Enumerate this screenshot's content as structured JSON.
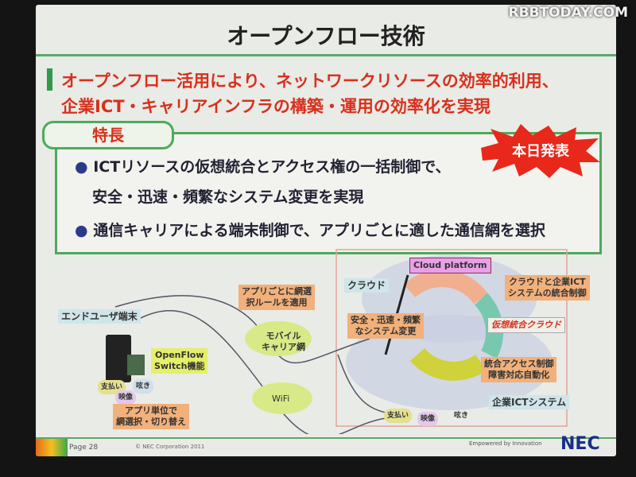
{
  "watermark": "RBBTODAY.COM",
  "slide": {
    "title": "オープンフロー技術",
    "headline": [
      "オープンフロー活用により、ネットワークリソースの効率的利用、",
      "企業ICT・キャリアインフラの構築・運用の効率化を実現"
    ],
    "features_label": "特長",
    "badge": "本日発表",
    "bullets": [
      "ICTリソースの仮想統合とアクセス権の一括制御で、",
      "安全・迅速・頻繁なシステム変更を実現",
      "通信キャリアによる端末制御で、アプリごとに適した通信網を選択"
    ],
    "bullet_mark": "●",
    "diagram": {
      "end_user": "エンドユーザ端末",
      "openflow": [
        "OpenFlow",
        "Switch機能"
      ],
      "apps": [
        "支払い",
        "映像",
        "呟き"
      ],
      "per_app": [
        "アプリ単位で",
        "網選択・切り替え"
      ],
      "rule": [
        "アプリごとに網選",
        "択ルールを適用"
      ],
      "mobile": [
        "モバイル",
        "キャリア網"
      ],
      "wifi": "WiFi",
      "cloud_platform": "Cloud platform",
      "cloud": "クラウド",
      "integrated_control": [
        "クラウドと企業ICT",
        "システムの統合制御"
      ],
      "safe_change": [
        "安全・迅速・頻繁",
        "なシステム変更"
      ],
      "virtual_cloud": "仮想統合クラウド",
      "access_control": [
        "統合アクセス制御",
        "障害対応自動化"
      ],
      "enterprise": "企業ICTシステム"
    },
    "footer": {
      "page": "Page 28",
      "copyright": "© NEC Corporation 2011",
      "tagline": "Empowered by Innovation",
      "logo": "NEC"
    }
  }
}
